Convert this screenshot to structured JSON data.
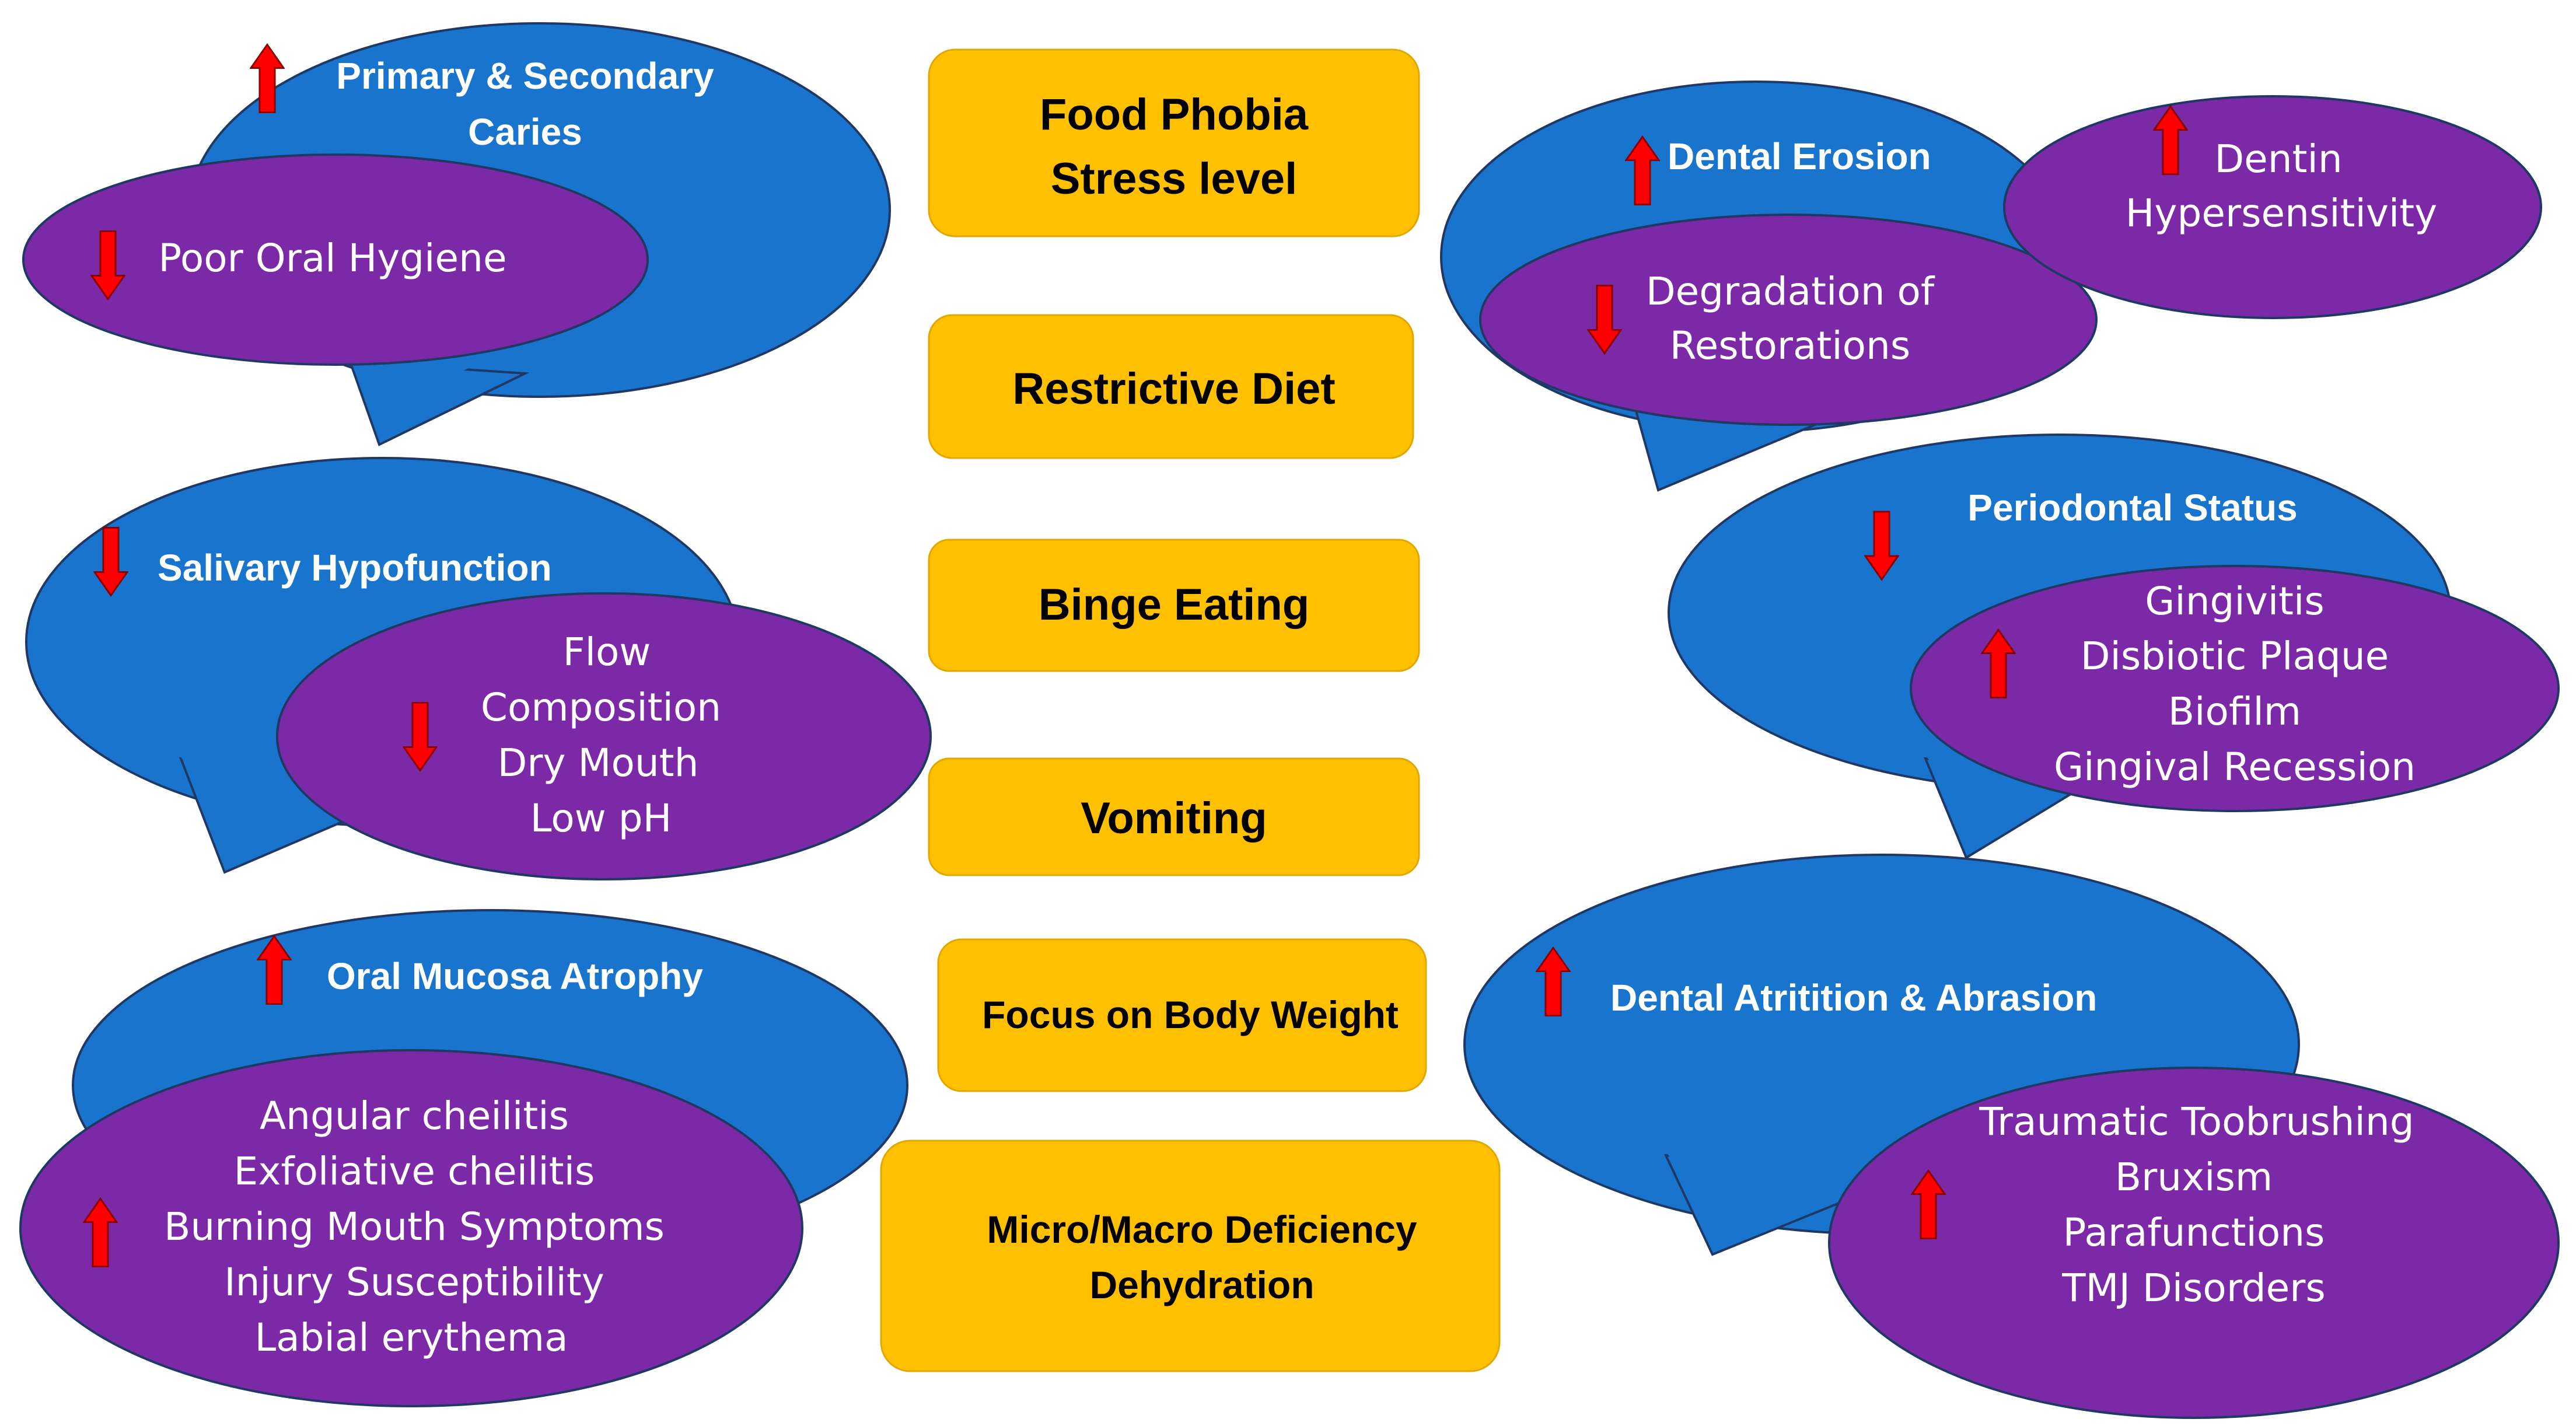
{
  "colors": {
    "bubble_blue": "#1874CD",
    "bubble_purple": "#7B29A6",
    "box_yellow": "#FFC000",
    "arrow_red": "#FF0000",
    "outline": "#1F3864"
  },
  "center_boxes": [
    {
      "lines": [
        "Food Phobia",
        "Stress level"
      ]
    },
    {
      "lines": [
        "Restrictive Diet"
      ]
    },
    {
      "lines": [
        "Binge Eating"
      ]
    },
    {
      "lines": [
        "Vomiting"
      ]
    },
    {
      "lines": [
        "Focus on Body Weight"
      ]
    },
    {
      "lines": [
        "Micro/Macro Deficiency",
        "Dehydration"
      ]
    }
  ],
  "caries": {
    "title": [
      "Primary & Secondary",
      "Caries"
    ],
    "title_arrow": "up-arrow-icon",
    "detail": {
      "lines": [
        "Poor Oral Hygiene"
      ],
      "arrow": "down-arrow-icon"
    }
  },
  "salivary": {
    "title": [
      "Salivary Hypofunction"
    ],
    "title_arrow": "down-arrow-icon",
    "detail": {
      "lines": [
        "Flow",
        "Composition",
        "Dry Mouth",
        "Low pH"
      ],
      "arrow": "down-arrow-icon"
    }
  },
  "mucosa": {
    "title": [
      "Oral Mucosa Atrophy"
    ],
    "title_arrow": "up-arrow-icon",
    "detail": {
      "lines": [
        "Angular cheilitis",
        "Exfoliative cheilitis",
        "Burning Mouth Symptoms",
        "Injury Susceptibility",
        "Labial erythema"
      ],
      "arrow": "up-arrow-icon"
    }
  },
  "erosion": {
    "title": [
      "Dental Erosion"
    ],
    "title_arrow": "up-arrow-icon",
    "detail": {
      "lines": [
        "Degradation of",
        "Restorations"
      ],
      "arrow": "down-arrow-icon"
    },
    "side": {
      "lines": [
        "Dentin",
        "Hypersensitivity"
      ],
      "arrow": "up-arrow-icon"
    }
  },
  "periodontal": {
    "title": [
      "Periodontal Status"
    ],
    "title_arrow": "down-arrow-icon",
    "detail": {
      "lines": [
        "Gingivitis",
        "Disbiotic Plaque",
        "Biofilm",
        "Gingival Recession"
      ],
      "arrow": "up-arrow-icon"
    }
  },
  "attrition": {
    "title": [
      "Dental Atritition & Abrasion"
    ],
    "title_arrow": "up-arrow-icon",
    "detail": {
      "lines": [
        "Traumatic Toobrushing",
        "Bruxism",
        "Parafunctions",
        "TMJ Disorders"
      ],
      "arrow": "up-arrow-icon"
    }
  }
}
